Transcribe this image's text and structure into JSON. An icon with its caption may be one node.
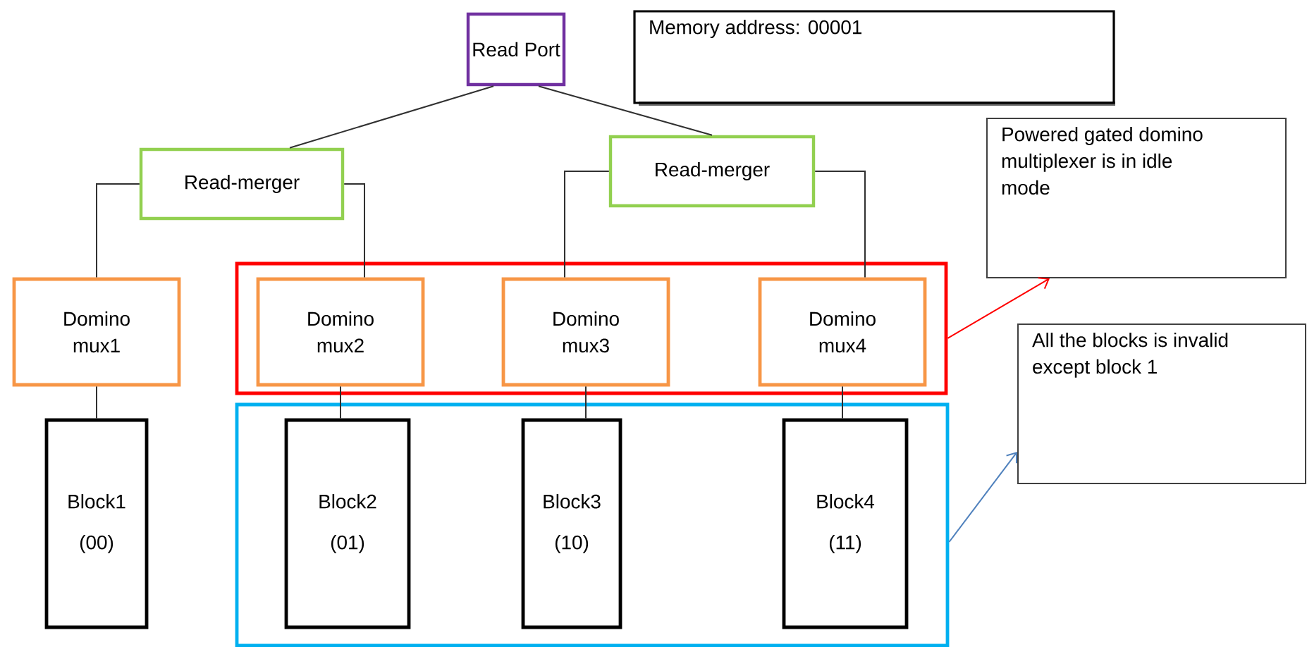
{
  "diagram": {
    "nodes": [
      {
        "text": [
          "Read Port"
        ]
      },
      {
        "text": [
          "Memory address: 00001"
        ]
      },
      {
        "text": [
          "Read-merger"
        ]
      },
      {
        "text": [
          "Read-merger"
        ]
      },
      {
        "text": [
          "Powered gated domino multiplexer is in idle mode"
        ]
      },
      {
        "text": [],
        "shape": "box"
      },
      {
        "text": [
          "Domino mux1"
        ]
      },
      {
        "text": [
          "Domino mux2"
        ],
        "in": 5
      },
      {
        "text": [
          "Domino mux3"
        ],
        "in": 5
      },
      {
        "text": [
          "Domino mux4"
        ],
        "in": 5
      },
      {
        "text": [
          "All the blocks is invalid except block 1"
        ]
      },
      {
        "text": [],
        "shape": "box"
      },
      {
        "text": [
          "Block1",
          "(00)"
        ]
      },
      {
        "text": [
          "Block2",
          "(01)"
        ],
        "in": 11
      },
      {
        "text": [
          "Block3",
          "(10)"
        ],
        "in": 11
      },
      {
        "text": [
          "Block4",
          "(11)"
        ],
        "in": 11
      }
    ],
    "edges": [
      {
        "from": 0,
        "to": 2,
        "arrow": "none"
      },
      {
        "from": 0,
        "to": 3,
        "arrow": "none"
      },
      {
        "from": 2,
        "to": 6,
        "arrow": "none"
      },
      {
        "from": 2,
        "to": 7,
        "arrow": "none"
      },
      {
        "from": 3,
        "to": 8,
        "arrow": "none"
      },
      {
        "from": 3,
        "to": 9,
        "arrow": "none"
      },
      {
        "from": 6,
        "to": 12,
        "arrow": "none"
      },
      {
        "from": 7,
        "to": 13,
        "arrow": "none"
      },
      {
        "from": 8,
        "to": 14,
        "arrow": "none"
      },
      {
        "from": 9,
        "to": 15,
        "arrow": "none"
      },
      {
        "from": 5,
        "to": 4,
        "arrow": "to",
        "color": "#ff0000"
      },
      {
        "from": 11,
        "to": 10,
        "arrow": "to",
        "color": "#4f81bd"
      }
    ]
  }
}
